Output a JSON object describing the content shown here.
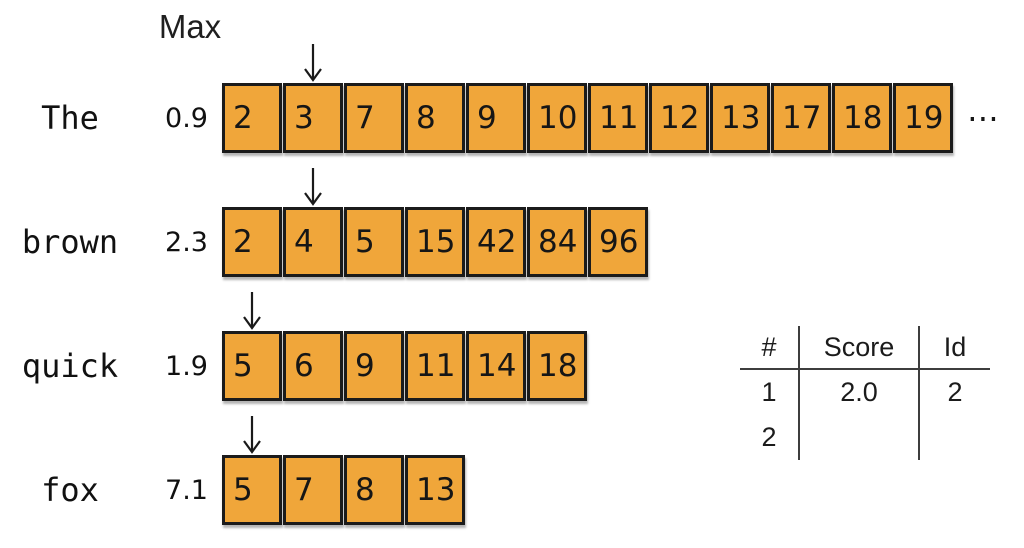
{
  "max_label": "Max",
  "accent_color": "#F0A63A",
  "border_color": "#1b1b1b",
  "rows": [
    {
      "term": "The",
      "score": "0.9",
      "arrow_cell_index": 1,
      "ellipsis": "⋯",
      "cells": [
        "2",
        "3",
        "7",
        "8",
        "9",
        "10",
        "11",
        "12",
        "13",
        "17",
        "18",
        "19"
      ]
    },
    {
      "term": "brown",
      "score": "2.3",
      "arrow_cell_index": 1,
      "cells": [
        "2",
        "4",
        "5",
        "15",
        "42",
        "84",
        "96"
      ]
    },
    {
      "term": "quick",
      "score": "1.9",
      "arrow_cell_index": 0,
      "cells": [
        "5",
        "6",
        "9",
        "11",
        "14",
        "18"
      ]
    },
    {
      "term": "fox",
      "score": "7.1",
      "arrow_cell_index": 0,
      "cells": [
        "5",
        "7",
        "8",
        "13"
      ]
    }
  ],
  "results_table": {
    "headers": [
      "#",
      "Score",
      "Id"
    ],
    "rows": [
      [
        "1",
        "2.0",
        "2"
      ],
      [
        "2",
        "",
        ""
      ]
    ]
  }
}
